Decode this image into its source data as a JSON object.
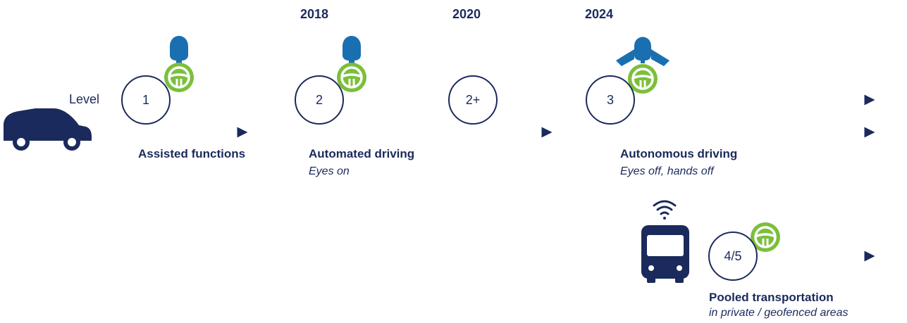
{
  "years": [
    "2018",
    "2020",
    "2024"
  ],
  "level_label": "Level",
  "levels": [
    "1",
    "2",
    "2+",
    "3",
    "4/5"
  ],
  "stages": [
    {
      "title": "Assisted functions",
      "subtitle": ""
    },
    {
      "title": "Automated driving",
      "subtitle": "Eyes on"
    },
    {
      "title": "Autonomous driving",
      "subtitle": "Eyes off, hands off"
    },
    {
      "title": "Pooled transportation",
      "subtitle": "in private / geofenced areas"
    }
  ],
  "icons": [
    "car-icon",
    "driver-icon",
    "steering-wheel-icon",
    "driver-hands-off-icon",
    "bus-icon",
    "wifi-icon"
  ],
  "colors": {
    "navy": "#1b2a5c",
    "driver_blue": "#1a6fb0",
    "wheel_green": "#7bbf3a"
  }
}
